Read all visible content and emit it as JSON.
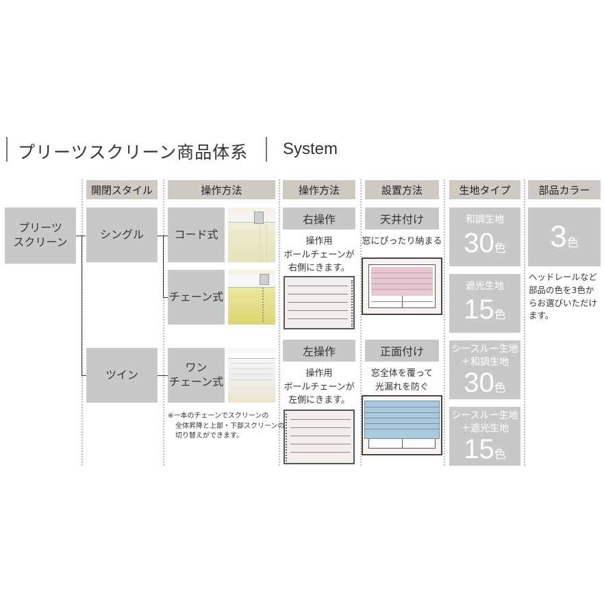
{
  "title": {
    "ja": "プリーツスクリーン商品体系",
    "en": "System"
  },
  "headers": {
    "open_style": "開閉スタイル",
    "operation_method_1": "操作方法",
    "operation_method_2": "操作方法",
    "installation": "設置方法",
    "fabric_type": "生地タイプ",
    "part_color": "部品カラー"
  },
  "root": {
    "line1": "プリーツ",
    "line2": "スクリーン"
  },
  "open_styles": {
    "single": "シングル",
    "twin": "ツイン"
  },
  "operation": {
    "cord": "コード式",
    "chain": "チェーン式",
    "one_chain_1": "ワン",
    "one_chain_2": "チェーン式",
    "note_1": "※一本のチェーンでスクリーンの",
    "note_2": "全体昇降と上部・下部スクリーンの",
    "note_3": "切り替えができます。"
  },
  "side": {
    "right_label": "右操作",
    "right_desc_1": "操作用",
    "right_desc_2": "ボールチェーンが",
    "right_desc_3": "右側にきます。",
    "left_label": "左操作",
    "left_desc_1": "操作用",
    "left_desc_2": "ボールチェーンが",
    "left_desc_3": "左側にきます。"
  },
  "installation": {
    "ceiling_label": "天井付け",
    "ceiling_desc": "窓にぴったり納まる",
    "front_label": "正面付け",
    "front_desc_1": "窓全体を覆って",
    "front_desc_2": "光漏れを防ぐ"
  },
  "fabrics": [
    {
      "label_1": "和調生地",
      "label_2": "",
      "count": "30",
      "unit": "色"
    },
    {
      "label_1": "遮光生地",
      "label_2": "",
      "count": "15",
      "unit": "色"
    },
    {
      "label_1": "シースルー生地",
      "label_2": "＋和調生地",
      "count": "30",
      "unit": "色"
    },
    {
      "label_1": "シースルー生地",
      "label_2": "＋遮光生地",
      "count": "15",
      "unit": "色"
    }
  ],
  "parts": {
    "count": "3",
    "unit": "色",
    "desc_1": "ヘッドレールなど",
    "desc_2": "部品の色を3色か",
    "desc_3": "らお選びいただけ",
    "desc_4": "ます。"
  },
  "colors": {
    "header_bg": "#cfc9c4",
    "box_bg": "#c8c8c8",
    "ceiling_screen": "#e8c8d0",
    "front_screen": "#a9c9dd"
  }
}
